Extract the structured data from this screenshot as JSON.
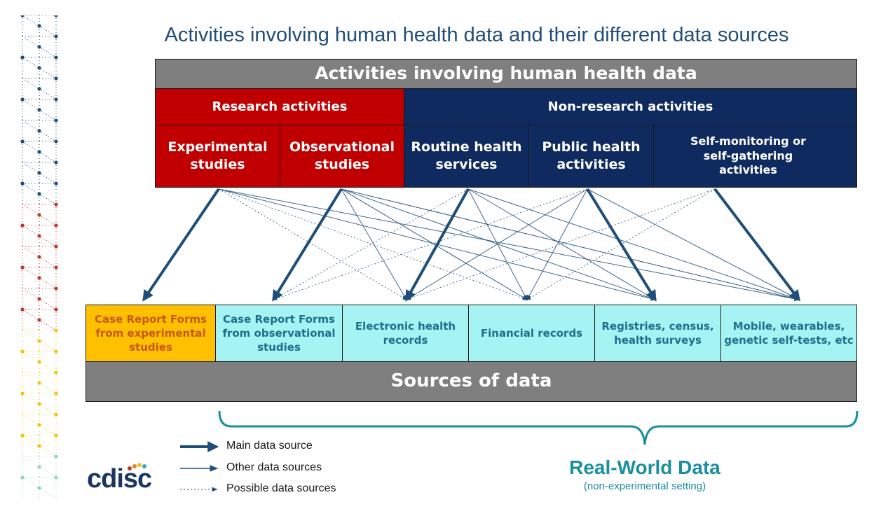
{
  "title": "Activities involving human health data and their different data sources",
  "activities": {
    "header": "Activities involving human health data",
    "research": {
      "label": "Research activities",
      "items": [
        {
          "line1": "Experimental",
          "line2": "studies"
        },
        {
          "line1": "Observational",
          "line2": "studies"
        }
      ]
    },
    "non_research": {
      "label": "Non-research activities",
      "items": [
        {
          "line1": "Routine health",
          "line2": "services"
        },
        {
          "line1": "Public health",
          "line2": "activities"
        },
        {
          "line1": "Self-monitoring or",
          "line2": "self-gathering",
          "line3": "activities"
        }
      ]
    }
  },
  "sources": {
    "items": [
      {
        "line1": "Case Report Forms",
        "line2": "from experimental",
        "line3": "studies"
      },
      {
        "line1": "Case Report Forms",
        "line2": "from observational",
        "line3": "studies"
      },
      {
        "line1": "Electronic health",
        "line2": "records"
      },
      {
        "line1": "Financial records"
      },
      {
        "line1": "Registries, census,",
        "line2": "health surveys"
      },
      {
        "line1": "Mobile, wearables,",
        "line2": "genetic self-tests, etc"
      }
    ],
    "footer": "Sources of data"
  },
  "legend": {
    "main": "Main data source",
    "other": "Other data sources",
    "possible": "Possible data sources"
  },
  "real_world_data": {
    "title": "Real-World Data",
    "subtitle": "(non-experimental setting)"
  },
  "logo": {
    "text": "cdisc"
  },
  "colors": {
    "title": "#1f4e79",
    "header_gray": "#7f7f7f",
    "research_red": "#c00000",
    "non_research_navy": "#0f2a5e",
    "source_orange": "#ffc000",
    "source_cyan": "#a6f3f3",
    "arrow": "#1f4e79",
    "rwd_teal": "#1a8fa0"
  }
}
